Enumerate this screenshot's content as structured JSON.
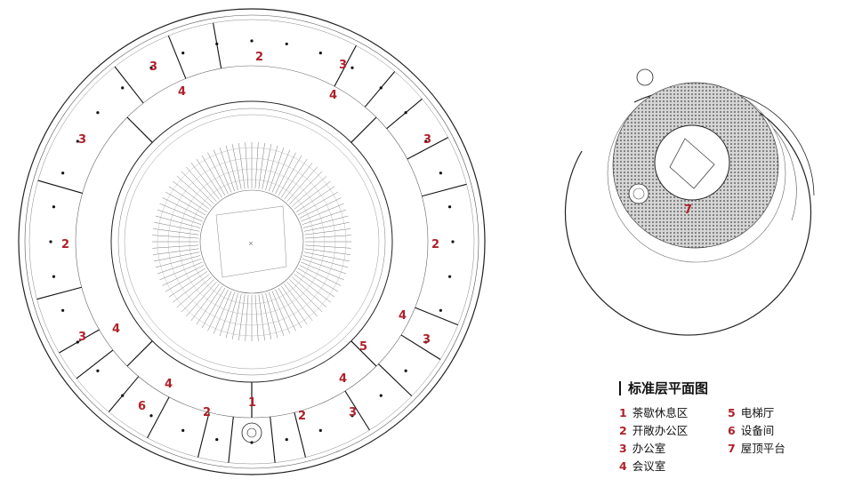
{
  "legend": {
    "title": "标准层平面图",
    "items": [
      {
        "num": "1",
        "label": "茶歇休息区"
      },
      {
        "num": "2",
        "label": "开敞办公区"
      },
      {
        "num": "3",
        "label": "办公室"
      },
      {
        "num": "4",
        "label": "会议室"
      },
      {
        "num": "5",
        "label": "电梯厅"
      },
      {
        "num": "6",
        "label": "设备间"
      },
      {
        "num": "7",
        "label": "屋顶平台"
      }
    ]
  },
  "plan_labels": [
    "1",
    "2",
    "2",
    "2",
    "2",
    "2",
    "3",
    "3",
    "3",
    "3",
    "3",
    "3",
    "3",
    "4",
    "4",
    "4",
    "4",
    "4",
    "4",
    "5",
    "6"
  ],
  "roof_labels": [
    "7"
  ],
  "colors": {
    "label": "#b0202a",
    "line": "#222222",
    "hatch": "#9a9a9a"
  }
}
